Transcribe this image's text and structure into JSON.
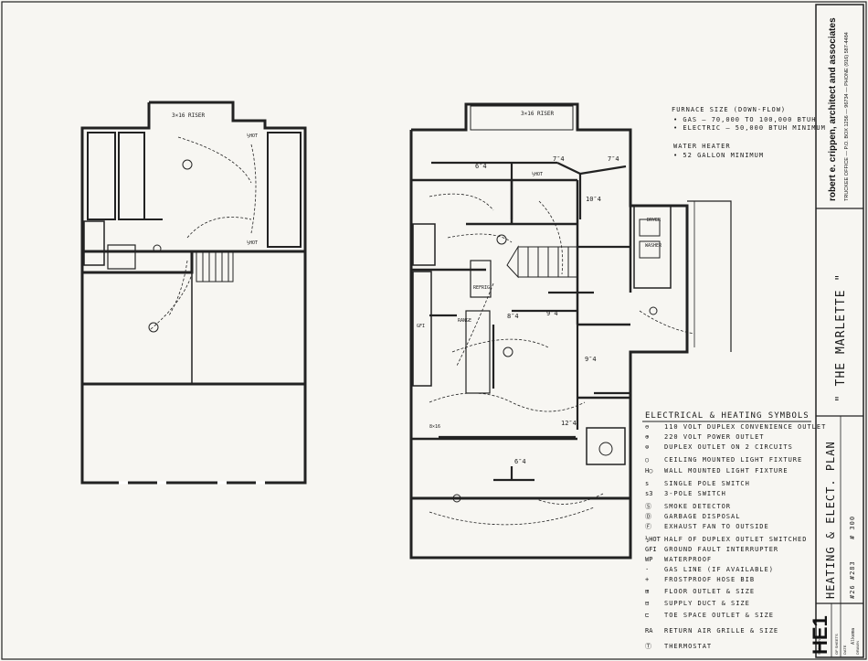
{
  "notes": {
    "furnace_title": "FURNACE SIZE (DOWN-FLOW)",
    "furnace_gas": "• GAS — 70,000 TO 100,000 BTUH",
    "furnace_electric": "• ELECTRIC — 50,000 BTUH MINIMUM",
    "heater_title": "WATER HEATER",
    "heater_size": "• 52 GALLON MINIMUM"
  },
  "legend": {
    "title": "ELECTRICAL & HEATING SYMBOLS",
    "items": [
      {
        "symbol": "⊖",
        "label": "110 VOLT DUPLEX CONVENIENCE OUTLET"
      },
      {
        "symbol": "⊕",
        "label": "220 VOLT POWER OUTLET"
      },
      {
        "symbol": "⊜",
        "label": "DUPLEX OUTLET ON 2 CIRCUITS"
      },
      {
        "symbol": "○",
        "label": "CEILING MOUNTED LIGHT FIXTURE"
      },
      {
        "symbol": "H○",
        "label": "WALL MOUNTED LIGHT FIXTURE"
      },
      {
        "symbol": "s",
        "label": "SINGLE POLE SWITCH"
      },
      {
        "symbol": "s3",
        "label": "3-POLE SWITCH"
      },
      {
        "symbol": "Ⓢ",
        "label": "SMOKE DETECTOR"
      },
      {
        "symbol": "Ⓓ",
        "label": "GARBAGE DISPOSAL"
      },
      {
        "symbol": "Ⓕ",
        "label": "EXHAUST FAN TO OUTSIDE"
      },
      {
        "symbol": "½HOT",
        "label": "HALF OF DUPLEX OUTLET SWITCHED"
      },
      {
        "symbol": "GFI",
        "label": "GROUND FAULT INTERRUPTER"
      },
      {
        "symbol": "WP",
        "label": "WATERPROOF"
      },
      {
        "symbol": "·",
        "label": "GAS LINE (IF AVAILABLE)"
      },
      {
        "symbol": "+",
        "label": "FROSTPROOF HOSE BIB"
      },
      {
        "symbol": "⊞",
        "label": "FLOOR OUTLET & SIZE"
      },
      {
        "symbol": "⊟",
        "label": "SUPPLY DUCT & SIZE"
      },
      {
        "symbol": "⊏",
        "label": "TOE SPACE OUTLET & SIZE"
      },
      {
        "symbol": "RA",
        "label": "RETURN AIR GRILLE & SIZE"
      },
      {
        "symbol": "Ⓣ",
        "label": "THERMOSTAT"
      }
    ]
  },
  "title_block": {
    "firm": "robert e. crippen, architect and associates",
    "office": "TRUCKEE OFFICE — P.O. BOX 1256 — 96734 — PHONE (916) 587-4484",
    "project": "\" THE MARLETTE \"",
    "sheet_title": "HEATING & ELECT. PLAN",
    "job": "#26 #283",
    "number": "# 300",
    "sheet_id": "HE1",
    "sheet_no_label": "SHEET NO.",
    "of_label": "OF SHEETS",
    "date_label": "DATE",
    "drawn_label": "DRAWN",
    "drawn": "Alkema"
  },
  "plan_labels": {
    "riser_upper": "3×16 RISER",
    "riser_main": "3×16 RISER",
    "duct_6x4": "6″4",
    "duct_7x4": "7″4",
    "duct_10x4": "10″4",
    "duct_9x4": "9″4",
    "duct_8x4": "8″4",
    "duct_12x4": "12″4",
    "half_hot": "½HOT",
    "dryer": "DRYER",
    "washer": "WASHER",
    "range": "RANGE",
    "refrig": "REFRIG",
    "gfi": "GFI",
    "grille": "8×16"
  }
}
